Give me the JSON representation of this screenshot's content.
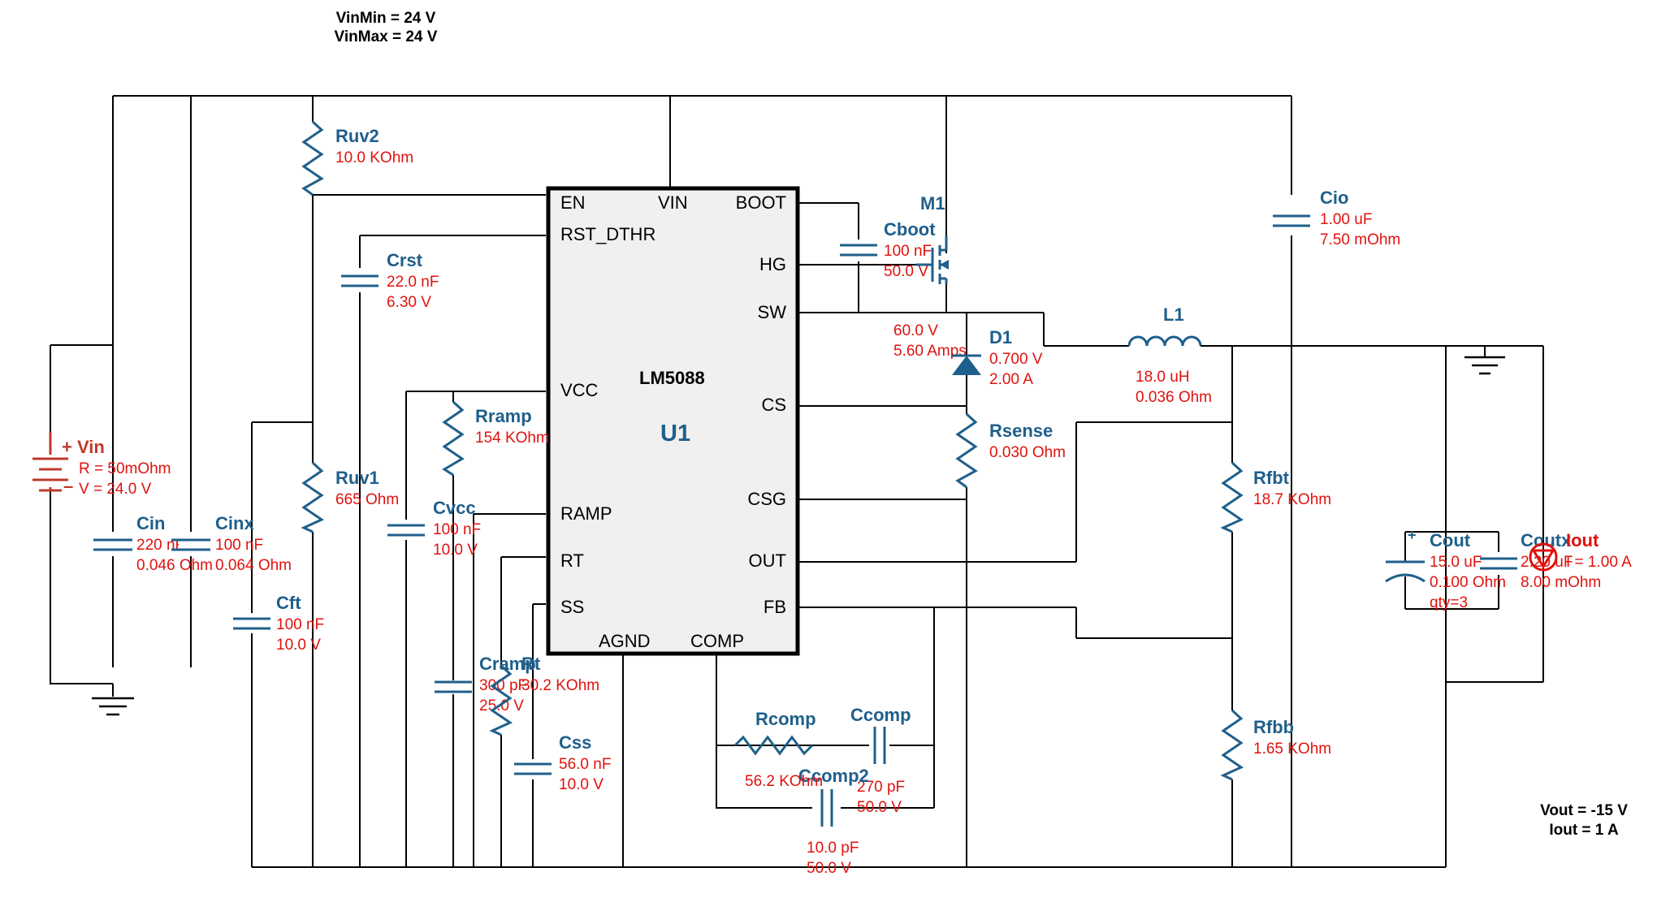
{
  "header": {
    "vin_min": "VinMin = 24 V",
    "vin_max": "VinMax = 24 V"
  },
  "footer": {
    "vout": "Vout = -15 V",
    "iout": "Iout = 1 A"
  },
  "ic": {
    "model": "LM5088",
    "ref": "U1",
    "pins_left": [
      "EN",
      "RST_DTHR",
      "VCC",
      "RAMP",
      "RT",
      "SS"
    ],
    "pins_right": [
      "BOOT",
      "HG",
      "SW",
      "CS",
      "CSG",
      "OUT",
      "FB"
    ],
    "pins_top": [
      "VIN"
    ],
    "pins_bottom": [
      "AGND",
      "COMP"
    ]
  },
  "components": {
    "vin": {
      "name": "Vin",
      "v1": "R = 50mOhm",
      "v2": "V = 24.0 V"
    },
    "cin": {
      "name": "Cin",
      "v1": "220 nF",
      "v2": "0.046 Ohm"
    },
    "cinx": {
      "name": "Cinx",
      "v1": "100 nF",
      "v2": "0.064 Ohm"
    },
    "cft": {
      "name": "Cft",
      "v1": "100 nF",
      "v2": "10.0 V"
    },
    "ruv2": {
      "name": "Ruv2",
      "v1": "10.0 KOhm"
    },
    "ruv1": {
      "name": "Ruv1",
      "v1": "665 Ohm"
    },
    "crst": {
      "name": "Crst",
      "v1": "22.0 nF",
      "v2": "6.30 V"
    },
    "rramp": {
      "name": "Rramp",
      "v1": "154 KOhm"
    },
    "cvcc": {
      "name": "Cvcc",
      "v1": "100 nF",
      "v2": "10.0 V"
    },
    "cramp": {
      "name": "Cramp",
      "v1": "300 pF",
      "v2": "25.0 V"
    },
    "rt": {
      "name": "Rt",
      "v1": "30.2 KOhm"
    },
    "css": {
      "name": "Css",
      "v1": "56.0 nF",
      "v2": "10.0 V"
    },
    "rcomp": {
      "name": "Rcomp",
      "v1": "56.2 KOhm"
    },
    "ccomp": {
      "name": "Ccomp",
      "v1": "270 pF",
      "v2": "50.0 V"
    },
    "ccomp2": {
      "name": "Ccomp2",
      "v1": "10.0 pF",
      "v2": "50.0 V"
    },
    "cboot": {
      "name": "Cboot",
      "v1": "100 nF",
      "v2": "50.0 V"
    },
    "m1": {
      "name": "M1",
      "v1": "60.0 V",
      "v2": "5.60 Amps"
    },
    "d1": {
      "name": "D1",
      "v1": "0.700 V",
      "v2": "2.00 A"
    },
    "rsense": {
      "name": "Rsense",
      "v1": "0.030 Ohm"
    },
    "cio": {
      "name": "Cio",
      "v1": "1.00 uF",
      "v2": "7.50 mOhm"
    },
    "l1": {
      "name": "L1",
      "v1": "18.0 uH",
      "v2": "0.036 Ohm"
    },
    "rfbt": {
      "name": "Rfbt",
      "v1": "18.7 KOhm"
    },
    "rfbb": {
      "name": "Rfbb",
      "v1": "1.65 KOhm"
    },
    "cout": {
      "name": "Cout",
      "v1": "15.0 uF",
      "v2": "0.100 Ohm",
      "v3": "qty=3"
    },
    "coutx": {
      "name": "Coutx",
      "v1": "2.20 uF",
      "v2": "8.00 mOhm"
    },
    "iout": {
      "name": "Iout",
      "v1": "I = 1.00 A"
    }
  },
  "colors": {
    "component": "#1f5f8b",
    "value": "#e0120e",
    "source": "#c0392b",
    "wire": "#000000"
  }
}
